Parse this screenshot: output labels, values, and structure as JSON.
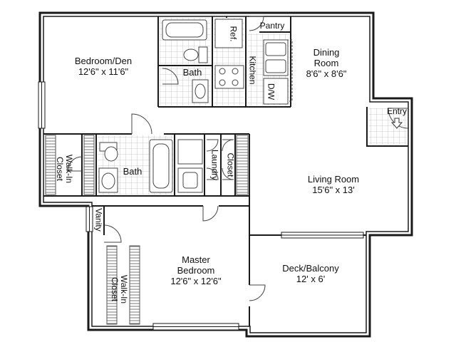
{
  "rooms": {
    "bedroom_den": {
      "name": "Bedroom/Den",
      "size": "12'6\" x 11'6\""
    },
    "bath_top": {
      "name": "Bath"
    },
    "bath_mid": {
      "name": "Bath"
    },
    "kitchen": {
      "name": "Kitchen"
    },
    "ref": {
      "name": "Ref."
    },
    "pantry": {
      "name": "Pantry"
    },
    "dw": {
      "name": "D/W"
    },
    "dining": {
      "line1": "Dining",
      "line2": "Room",
      "size": "8'6\" x 8'6\""
    },
    "entry": {
      "name": "Entry"
    },
    "walkin_left": {
      "line1": "Walk-In",
      "line2": "Closet"
    },
    "laundry": {
      "name": "Laundry"
    },
    "closet": {
      "name": "Closet"
    },
    "living": {
      "name": "Living Room",
      "size": "15'6\" x 13'"
    },
    "vanity": {
      "name": "Vanity"
    },
    "master": {
      "line1": "Master",
      "line2": "Bedroom",
      "size": "12'6\" x 12'6\""
    },
    "walkin_master": {
      "line1": "Walk-In",
      "line2": "Closet"
    },
    "deck": {
      "name": "Deck/Balcony",
      "size": "12' x 6'"
    }
  },
  "colors": {
    "wall": "#1a1a1a",
    "tile": "#bdbdbd",
    "line": "#555555"
  }
}
